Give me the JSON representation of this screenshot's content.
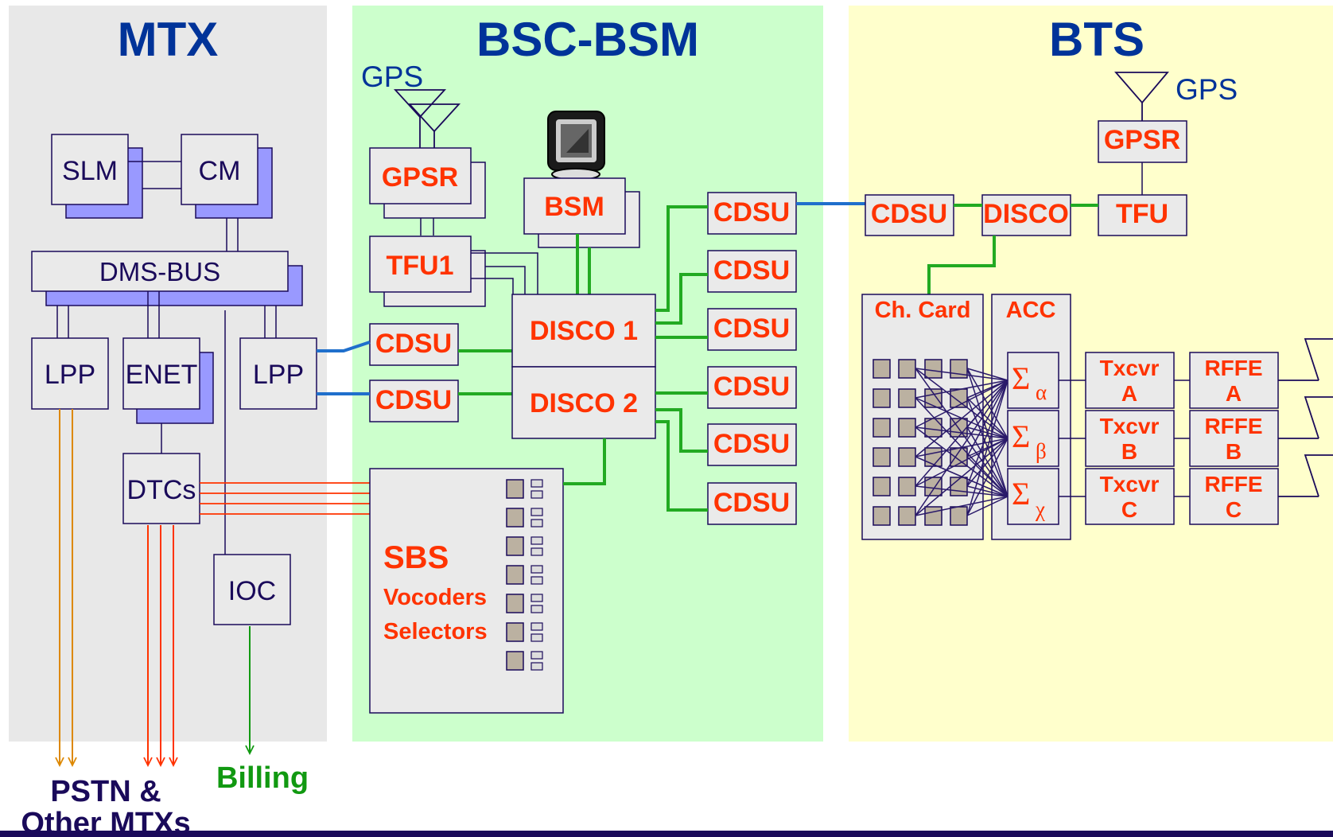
{
  "colors": {
    "mtx_bg": "#e8e8e8",
    "bsc_bg": "#ccffcc",
    "bts_bg": "#ffffcc",
    "box_fill": "#eaeaea",
    "shadow_fill": "#9999ff",
    "title": "#003399",
    "orange_text": "#ff3300",
    "green_line": "#22aa22",
    "blue_line": "#1f6fcc",
    "red_line": "#ff3300",
    "orange_line": "#dd8800",
    "billing_green": "#119911",
    "dark_text": "#1a0a5a",
    "bottom_bar": "#1a0a5a"
  },
  "sections": {
    "mtx": "MTX",
    "bsc": "BSC-BSM",
    "bts": "BTS"
  },
  "mtx": {
    "slm": "SLM",
    "cm": "CM",
    "dms_bus": "DMS-BUS",
    "lpp_left": "LPP",
    "enet": "ENET",
    "lpp_right": "LPP",
    "dtcs": "DTCs",
    "ioc": "IOC"
  },
  "bsc": {
    "gps": "GPS",
    "gpsr": "GPSR",
    "bsm": "BSM",
    "tfu1": "TFU1",
    "cdsu_a": "CDSU",
    "cdsu_b": "CDSU",
    "disco1": "DISCO 1",
    "disco2": "DISCO 2",
    "cdsu_r1": "CDSU",
    "cdsu_r2": "CDSU",
    "cdsu_r3": "CDSU",
    "cdsu_r4": "CDSU",
    "cdsu_r5": "CDSU",
    "cdsu_r6": "CDSU",
    "sbs": "SBS",
    "vocoders": "Vocoders",
    "selectors": "Selectors"
  },
  "bts": {
    "gps": "GPS",
    "gpsr": "GPSR",
    "tfu": "TFU",
    "cdsu": "CDSU",
    "disco": "DISCO",
    "ch_card": "Ch. Card",
    "acc": "ACC",
    "sigma": "Σ",
    "sub_alpha": "α",
    "sub_beta": "β",
    "sub_chi": "χ",
    "txcvr": "Txcvr",
    "rffe": "RFFE",
    "sector_a": "A",
    "sector_b": "B",
    "sector_c": "C"
  },
  "outputs": {
    "pstn_line1": "PSTN &",
    "pstn_line2": "Other MTXs",
    "billing": "Billing"
  },
  "icons": {
    "antenna": "antenna-icon",
    "monitor": "monitor-icon"
  }
}
